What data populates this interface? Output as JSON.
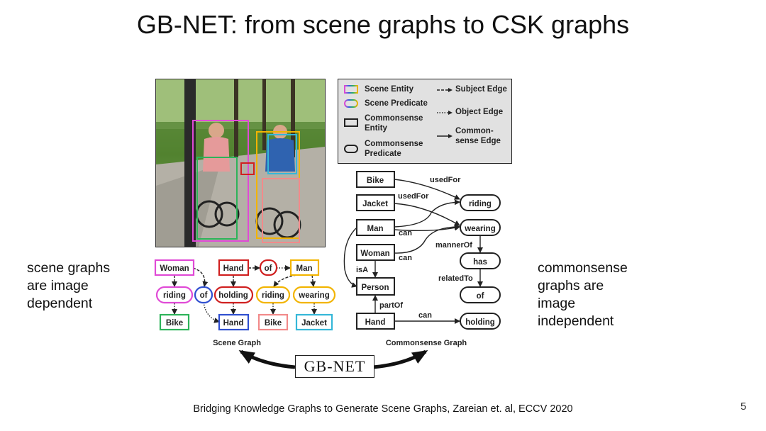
{
  "title": "GB-NET: from scene graphs to CSK graphs",
  "left_text": [
    "scene graphs",
    "are image",
    "dependent"
  ],
  "right_text": [
    "commonsense",
    "graphs are",
    "image",
    "independent"
  ],
  "citation": "Bridging Knowledge Graphs to Generate Scene Graphs, Zareian et. al, ECCV 2020",
  "page_number": "5",
  "legend": {
    "scene_entity": "Scene Entity",
    "scene_predicate": "Scene Predicate",
    "commonsense_entity_1": "Commonsense",
    "commonsense_entity_2": "Entity",
    "commonsense_predicate_1": "Commonsense",
    "commonsense_predicate_2": "Predicate",
    "subject_edge": "Subject Edge",
    "object_edge": "Object Edge",
    "commonsense_edge_1": "Common-",
    "commonsense_edge_2": "sense Edge"
  },
  "scene_graph": {
    "caption": "Scene Graph",
    "nodes": {
      "woman": "Woman",
      "riding_left": "riding",
      "bike_left": "Bike",
      "of_lower": "of",
      "hand_top": "Hand",
      "of_top": "of",
      "man": "Man",
      "holding": "holding",
      "hand_bottom": "Hand",
      "riding_right": "riding",
      "bike_right": "Bike",
      "wearing": "wearing",
      "jacket": "Jacket"
    }
  },
  "commonsense_graph": {
    "caption": "Commonsense Graph",
    "nodes": {
      "bike": "Bike",
      "jacket": "Jacket",
      "man": "Man",
      "woman": "Woman",
      "person": "Person",
      "hand": "Hand",
      "riding": "riding",
      "wearing": "wearing",
      "has": "has",
      "of": "of",
      "holding": "holding"
    },
    "edges": {
      "used_for_1": "usedFor",
      "used_for_2": "usedFor",
      "can_1": "can",
      "can_2": "can",
      "can_3": "can",
      "manner_of": "mannerOf",
      "is_a": "isA",
      "related_to": "relatedTo",
      "part_of": "partOf"
    }
  },
  "gbnet_label": "GB-NET"
}
